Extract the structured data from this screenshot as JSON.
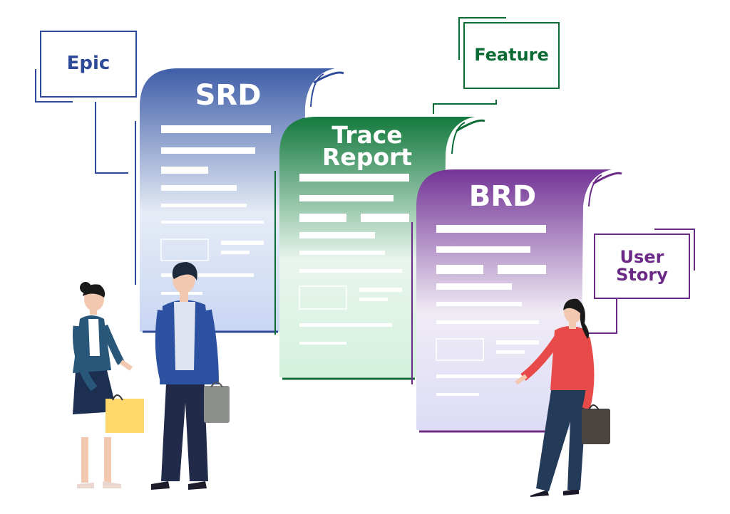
{
  "labels": {
    "epic": "Epic",
    "feature": "Feature",
    "user_story": "User Story"
  },
  "documents": {
    "srd": "SRD",
    "trace_report": "Trace Report",
    "brd": "BRD"
  },
  "colors": {
    "epic": "#2d4a99",
    "feature": "#0c6b35",
    "user_story": "#6b2a86",
    "srd_doc": "#3e5fa8",
    "trace_doc": "#127a3e",
    "brd_doc": "#733596"
  },
  "icons": [
    "woman-with-shopping-bag-icon",
    "man-with-briefcase-icon",
    "woman-pointing-with-bag-icon"
  ]
}
